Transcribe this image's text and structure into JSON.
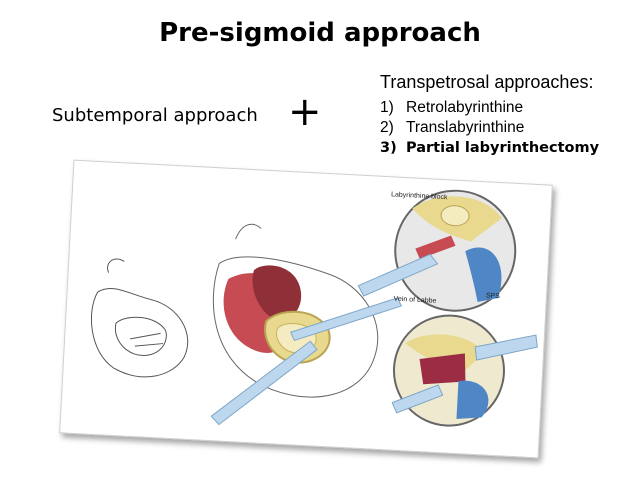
{
  "slide": {
    "title": "Pre-sigmoid approach",
    "left_label": "Subtemporal approach",
    "plus": "+",
    "transpetrosal": {
      "heading": "Transpetrosal approaches:",
      "items": [
        {
          "num": "1)",
          "label": "Retrolabyrinthine"
        },
        {
          "num": "2)",
          "label": "Translabyrinthine"
        },
        {
          "num": "3)",
          "label": "Partial labyrinthectomy"
        }
      ]
    }
  },
  "illustration": {
    "labels": {
      "labyrinthine_block": "Labyrinthine block",
      "vein_of_labbe": "Vein of Labbe",
      "sps": "SPS"
    }
  },
  "colors": {
    "brain_red": "#c64b52",
    "bone_yellow": "#e8d98e",
    "retractor_blue": "#bcd7ee",
    "sinus_blue": "#4f86c6"
  }
}
